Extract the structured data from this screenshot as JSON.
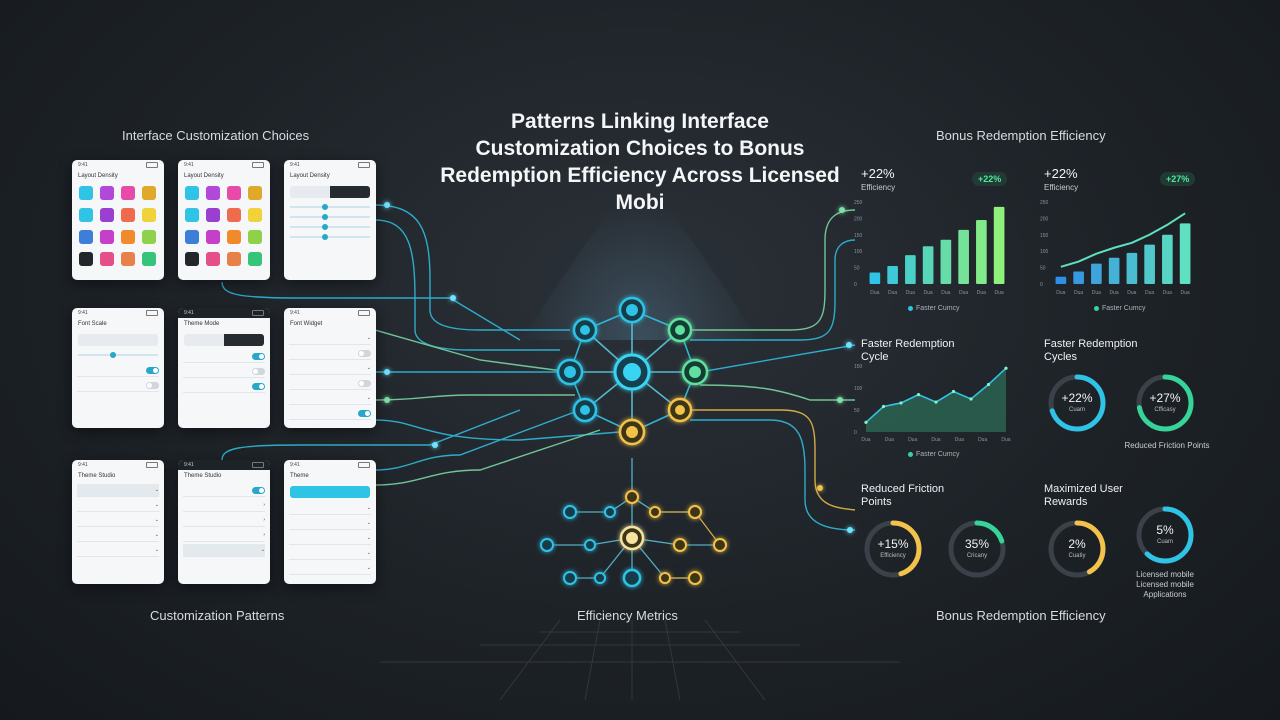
{
  "title": "Patterns Linking Interface Customization Choices to Bonus Redemption Efficiency Across Licensed Mobi",
  "labels": {
    "top_left": "Interface Customization Choices",
    "top_right": "Bonus Redemption Efficiency",
    "bottom_left": "Customization Patterns",
    "bottom_center": "Efficiency Metrics",
    "bottom_right": "Bonus Redemption Efficiency"
  },
  "phones": [
    {
      "title": "Layout Density",
      "kind": "palette"
    },
    {
      "title": "Layout Density",
      "kind": "palette"
    },
    {
      "title": "Layout Density",
      "kind": "sliders"
    },
    {
      "title": "Font Scale",
      "kind": "toggles"
    },
    {
      "title": "Theme Mode",
      "kind": "theme"
    },
    {
      "title": "Font Widget",
      "kind": "list"
    },
    {
      "title": "Theme Studio",
      "kind": "list2"
    },
    {
      "title": "Theme Studio",
      "kind": "theme2"
    },
    {
      "title": "Theme",
      "kind": "cta"
    }
  ],
  "palette_colors": [
    "#2fc3e6",
    "#b248d9",
    "#e84aa8",
    "#e0a92a",
    "#2fc3e6",
    "#9b3fd0",
    "#ee6b4d",
    "#f0d23a",
    "#3d7fd8",
    "#c53fc9",
    "#f08a2b",
    "#8fd14a",
    "#23262b",
    "#e64e8a",
    "#e8804a",
    "#36c47a"
  ],
  "panels": {
    "bar1": {
      "kpi": "+22%",
      "sub": "Efficiency",
      "pill": "+22%",
      "legend": "Faster Cumcy"
    },
    "bar2": {
      "kpi": "+22%",
      "sub": "Efficiency",
      "pill": "+27%",
      "legend": "Faster Cumcy"
    },
    "area": {
      "title": "Faster Redemption Cycle",
      "legend": "Faster Cumcy"
    },
    "cycles": {
      "title": "Faster Redemption Cycles"
    },
    "friction": {
      "title": "Reduced Friction Points"
    },
    "rewards": {
      "title": "Maximized User Rewards"
    },
    "note_friction": "Reduced Friction Points",
    "note_licensed": "Licensed mobile Licensed mobile Applications"
  },
  "gauges": [
    {
      "value": "+22%",
      "sub": "Cuam",
      "fraction": 0.7,
      "color": "#2fc3e6"
    },
    {
      "value": "+27%",
      "sub": "Cfficasy",
      "fraction": 0.72,
      "color": "#36d49a"
    },
    {
      "value": "+15%",
      "sub": "Efficiency",
      "fraction": 0.45,
      "color": "#f2c24a"
    },
    {
      "value": "35%",
      "sub": "Cricany",
      "fraction": 0.2,
      "color": "#36d49a"
    },
    {
      "value": "2%",
      "sub": "Cuatiy",
      "fraction": 0.42,
      "color": "#f2c24a"
    },
    {
      "value": "5%",
      "sub": "Cuam",
      "fraction": 0.62,
      "color": "#2fc3e6"
    }
  ],
  "chart_data": [
    {
      "type": "bar",
      "categories": [
        "Dua",
        "Dua",
        "Dua",
        "Dua",
        "Dua",
        "Dua",
        "Dua",
        "Dua"
      ],
      "values": [
        35,
        55,
        88,
        115,
        135,
        165,
        195,
        235
      ],
      "ylim": [
        0,
        250
      ],
      "yticks": [
        "0",
        "50",
        "100",
        "150",
        "200",
        "250"
      ],
      "title": "",
      "xlabel": "",
      "ylabel": ""
    },
    {
      "type": "bar",
      "categories": [
        "Dua",
        "Dua",
        "Dua",
        "Dua",
        "Dua",
        "Dua",
        "Dua",
        "Dua"
      ],
      "values": [
        22,
        38,
        62,
        80,
        95,
        120,
        150,
        185
      ],
      "ylim": [
        0,
        250
      ],
      "yticks": [
        "0",
        "50",
        "100",
        "150",
        "200",
        "250"
      ],
      "title": "",
      "xlabel": "",
      "ylabel": ""
    },
    {
      "type": "area",
      "categories": [
        "Dua",
        "Dua",
        "Dua",
        "Dua",
        "Dua",
        "Dua",
        "Dua"
      ],
      "values": [
        22,
        58,
        66,
        85,
        68,
        92,
        75,
        108,
        145
      ],
      "ylim": [
        0,
        150
      ],
      "yticks": [
        "0",
        "50",
        "100",
        "150"
      ],
      "title": "",
      "xlabel": "",
      "ylabel": ""
    }
  ]
}
